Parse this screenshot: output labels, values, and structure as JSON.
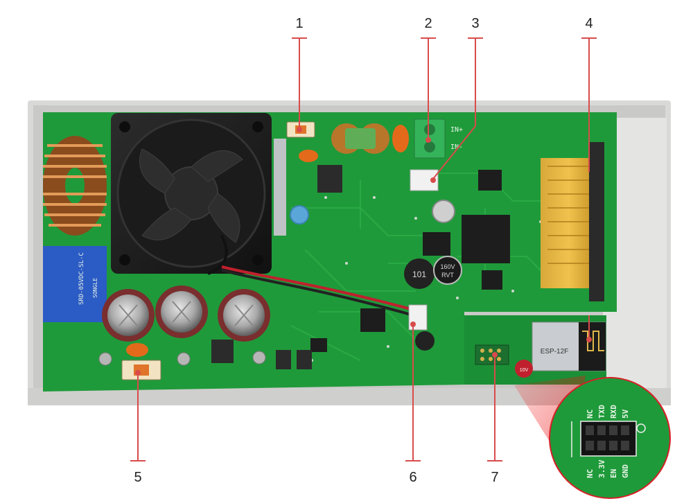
{
  "callouts": [
    {
      "number": "1"
    },
    {
      "number": "2"
    },
    {
      "number": "3"
    },
    {
      "number": "4"
    },
    {
      "number": "5"
    },
    {
      "number": "6"
    },
    {
      "number": "7"
    }
  ],
  "board_text": {
    "module_name": "ESP-12F",
    "relay_text": "SRD-05VDC-SL-C",
    "relay_brand": "SONGLE",
    "inductor_mark": "101",
    "cap_mark": "160V",
    "cap_brand": "RVT",
    "cap_small_mark": "10V",
    "input_marks": [
      "IN+",
      "IN-"
    ]
  },
  "pinout": {
    "top_labels": [
      "NC",
      "TXD",
      "RXD",
      "5V"
    ],
    "bottom_labels": [
      "NC",
      "3.3V",
      "EN",
      "GND"
    ]
  },
  "colors": {
    "pcb": "#1f9a3a",
    "callout_line": "#d94b4b",
    "zoom_ring": "#d81f26",
    "case": "#d8d8d6"
  }
}
